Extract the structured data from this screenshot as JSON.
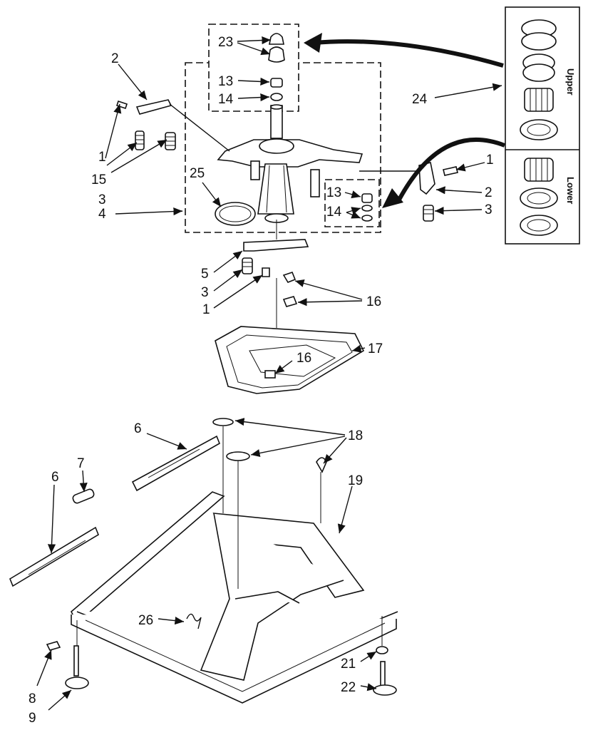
{
  "labels": {
    "l1a": "1",
    "l1b": "1",
    "l1c": "1",
    "l2a": "2",
    "l2b": "2",
    "l3a": "3",
    "l3b": "3",
    "l3c": "3",
    "l4": "4",
    "l5": "5",
    "l6a": "6",
    "l6b": "6",
    "l7": "7",
    "l8": "8",
    "l9": "9",
    "l13a": "13",
    "l13b": "13",
    "l14a": "14",
    "l14b": "14",
    "l15": "15",
    "l16a": "16",
    "l16b": "16",
    "l17": "17",
    "l18": "18",
    "l19": "19",
    "l21": "21",
    "l22": "22",
    "l23": "23",
    "l24": "24",
    "l25": "25",
    "l26": "26"
  },
  "inset": {
    "upper": "Upper",
    "lower": "Lower"
  }
}
